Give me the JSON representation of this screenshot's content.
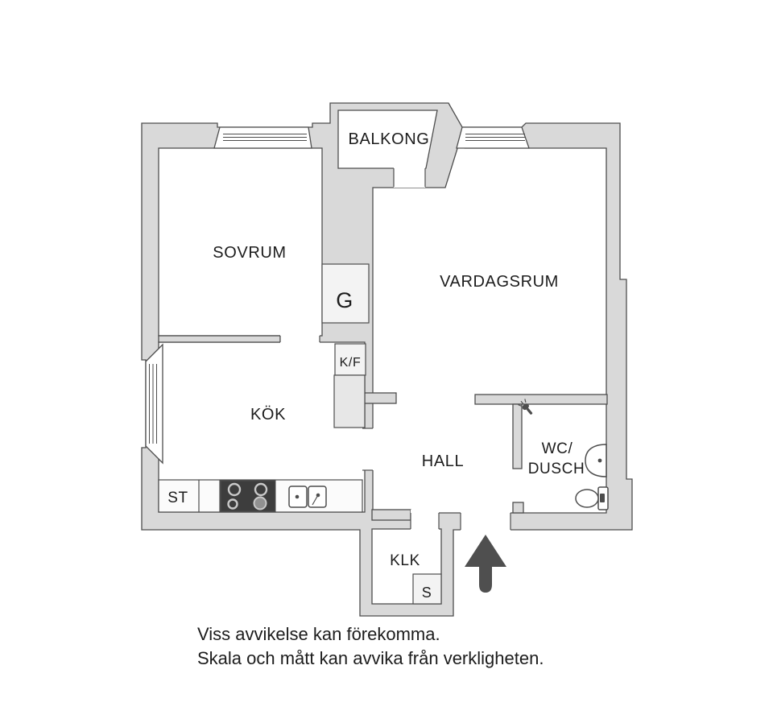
{
  "floorplan": {
    "rooms": {
      "balkong": "BALKONG",
      "sovrum": "SOVRUM",
      "vardagsrum": "VARDAGSRUM",
      "kok": "KÖK",
      "hall": "HALL",
      "wc_line1": "WC/",
      "wc_line2": "DUSCH",
      "klk": "KLK"
    },
    "fixtures": {
      "wardrobe": "G",
      "fridge_freezer": "K/F",
      "cleaning_closet": "ST",
      "storage_s": "S"
    },
    "footer": {
      "line1": "Viss avvikelse kan förekomma.",
      "line2": "Skala och mått kan avvika från verkligheten."
    },
    "colors": {
      "wall": "#d9d9d9",
      "line": "#4d4d4d",
      "room": "#ffffff",
      "closet": "#f3f3f3",
      "cab": "#e7e7e7",
      "counter": "#fbfbfb",
      "stove": "#3d3d3d",
      "ring": "#c9c9c9",
      "burner": "#919191",
      "arrow": "#4f4f4f",
      "text": "#1c1c1c"
    }
  }
}
